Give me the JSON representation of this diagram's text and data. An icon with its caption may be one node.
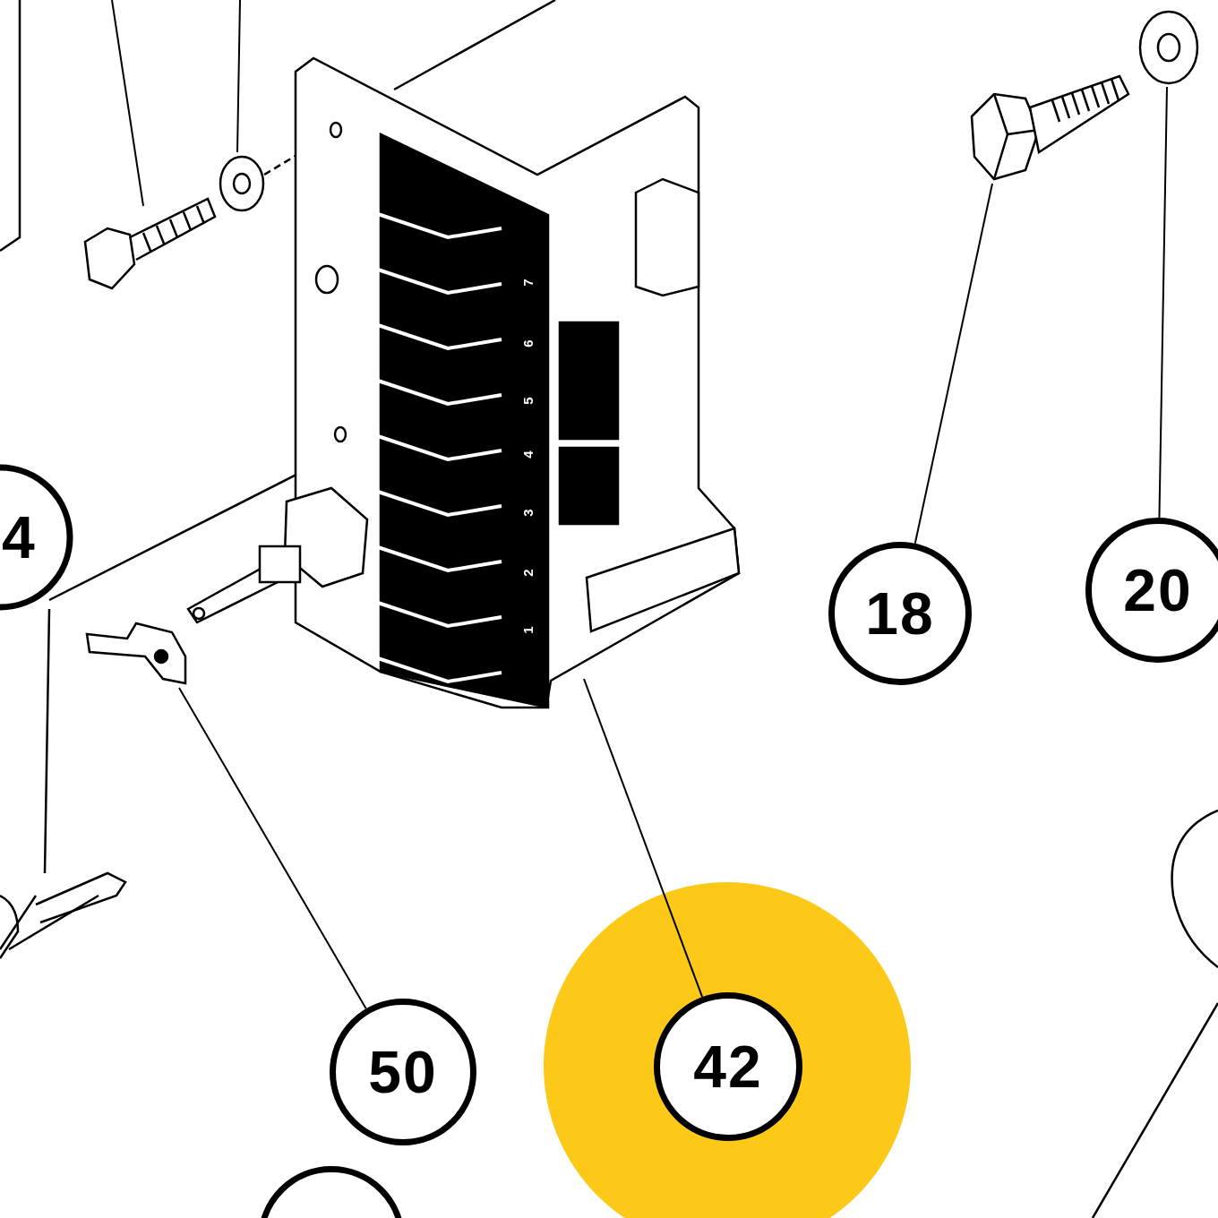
{
  "diagram": {
    "nodes": [
      {
        "text": [
          "18"
        ]
      },
      {
        "text": [],
        "shape": "picture"
      },
      {
        "text": [
          "20"
        ]
      },
      {
        "text": [],
        "shape": "picture"
      },
      {
        "text": [
          "50"
        ]
      },
      {
        "text": [],
        "shape": "picture"
      },
      {
        "text": [
          "42"
        ]
      },
      {
        "text": [],
        "shape": "picture"
      },
      {
        "text": [],
        "shape": "circle"
      }
    ],
    "edges": [
      {
        "from": 0,
        "to": 1,
        "arrow": "none"
      },
      {
        "from": 2,
        "to": 3,
        "arrow": "none"
      },
      {
        "from": 4,
        "to": 5,
        "arrow": "none"
      },
      {
        "from": 6,
        "to": 7,
        "arrow": "none"
      }
    ],
    "labels": [
      "4",
      "7",
      "6",
      "5",
      "4",
      "3",
      "2",
      "1"
    ]
  }
}
